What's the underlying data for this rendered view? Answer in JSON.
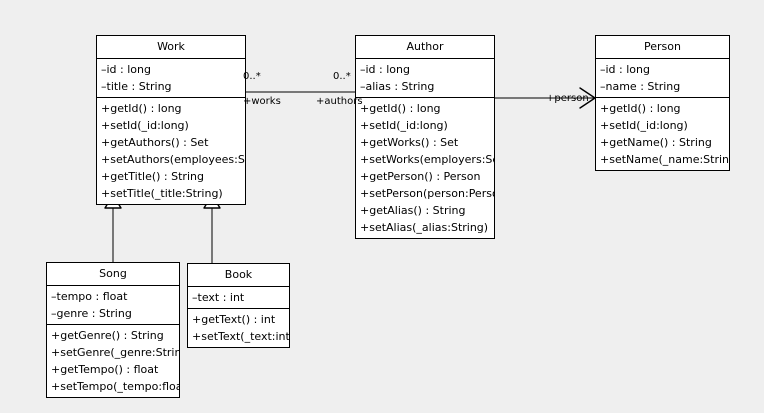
{
  "diagram": {
    "type": "uml-class-diagram",
    "background_color": "#efefef",
    "line_color": "#000000",
    "box_fill_color": "#ffffff"
  },
  "classes": [
    {
      "id": "work",
      "name": "Work",
      "attributes": [
        "–id : long",
        "–title : String"
      ],
      "methods": [
        "+getId() : long",
        "+setId(_id:long)",
        "+getAuthors() : Set",
        "+setAuthors(employees:Set)",
        "+getTitle() : String",
        "+setTitle(_title:String)"
      ]
    },
    {
      "id": "author",
      "name": "Author",
      "attributes": [
        "–id : long",
        "–alias : String"
      ],
      "methods": [
        "+getId() : long",
        "+setId(_id:long)",
        "+getWorks() : Set",
        "+setWorks(employers:Set)",
        "+getPerson() : Person",
        "+setPerson(person:Person)",
        "+getAlias() : String",
        "+setAlias(_alias:String)"
      ]
    },
    {
      "id": "person",
      "name": "Person",
      "attributes": [
        "–id : long",
        "–name : String"
      ],
      "methods": [
        "+getId() : long",
        "+setId(_id:long)",
        "+getName() : String",
        "+setName(_name:String)"
      ]
    },
    {
      "id": "song",
      "name": "Song",
      "attributes": [
        "–tempo : float",
        "–genre : String"
      ],
      "methods": [
        "+getGenre() : String",
        "+setGenre(_genre:String)",
        "+getTempo() : float",
        "+setTempo(_tempo:float)"
      ]
    },
    {
      "id": "book",
      "name": "Book",
      "attributes": [
        "–text : int"
      ],
      "methods": [
        "+getText() : int",
        "+setText(_text:int)"
      ]
    }
  ],
  "relationships": [
    {
      "id": "work-author",
      "kind": "association",
      "source": "work",
      "target": "author",
      "source_multiplicity": "0..*",
      "target_multiplicity": "0..*",
      "source_role": "+works",
      "target_role": "+authors"
    },
    {
      "id": "author-person",
      "kind": "association-directed",
      "source": "author",
      "target": "person",
      "target_role": "+person"
    },
    {
      "id": "song-work",
      "kind": "generalization",
      "source": "song",
      "target": "work"
    },
    {
      "id": "book-work",
      "kind": "generalization",
      "source": "book",
      "target": "work"
    }
  ],
  "labels": {
    "work_mult": "0..*",
    "author_mult": "0..*",
    "works_role": "+works",
    "authors_role": "+authors",
    "person_role": "+person"
  }
}
